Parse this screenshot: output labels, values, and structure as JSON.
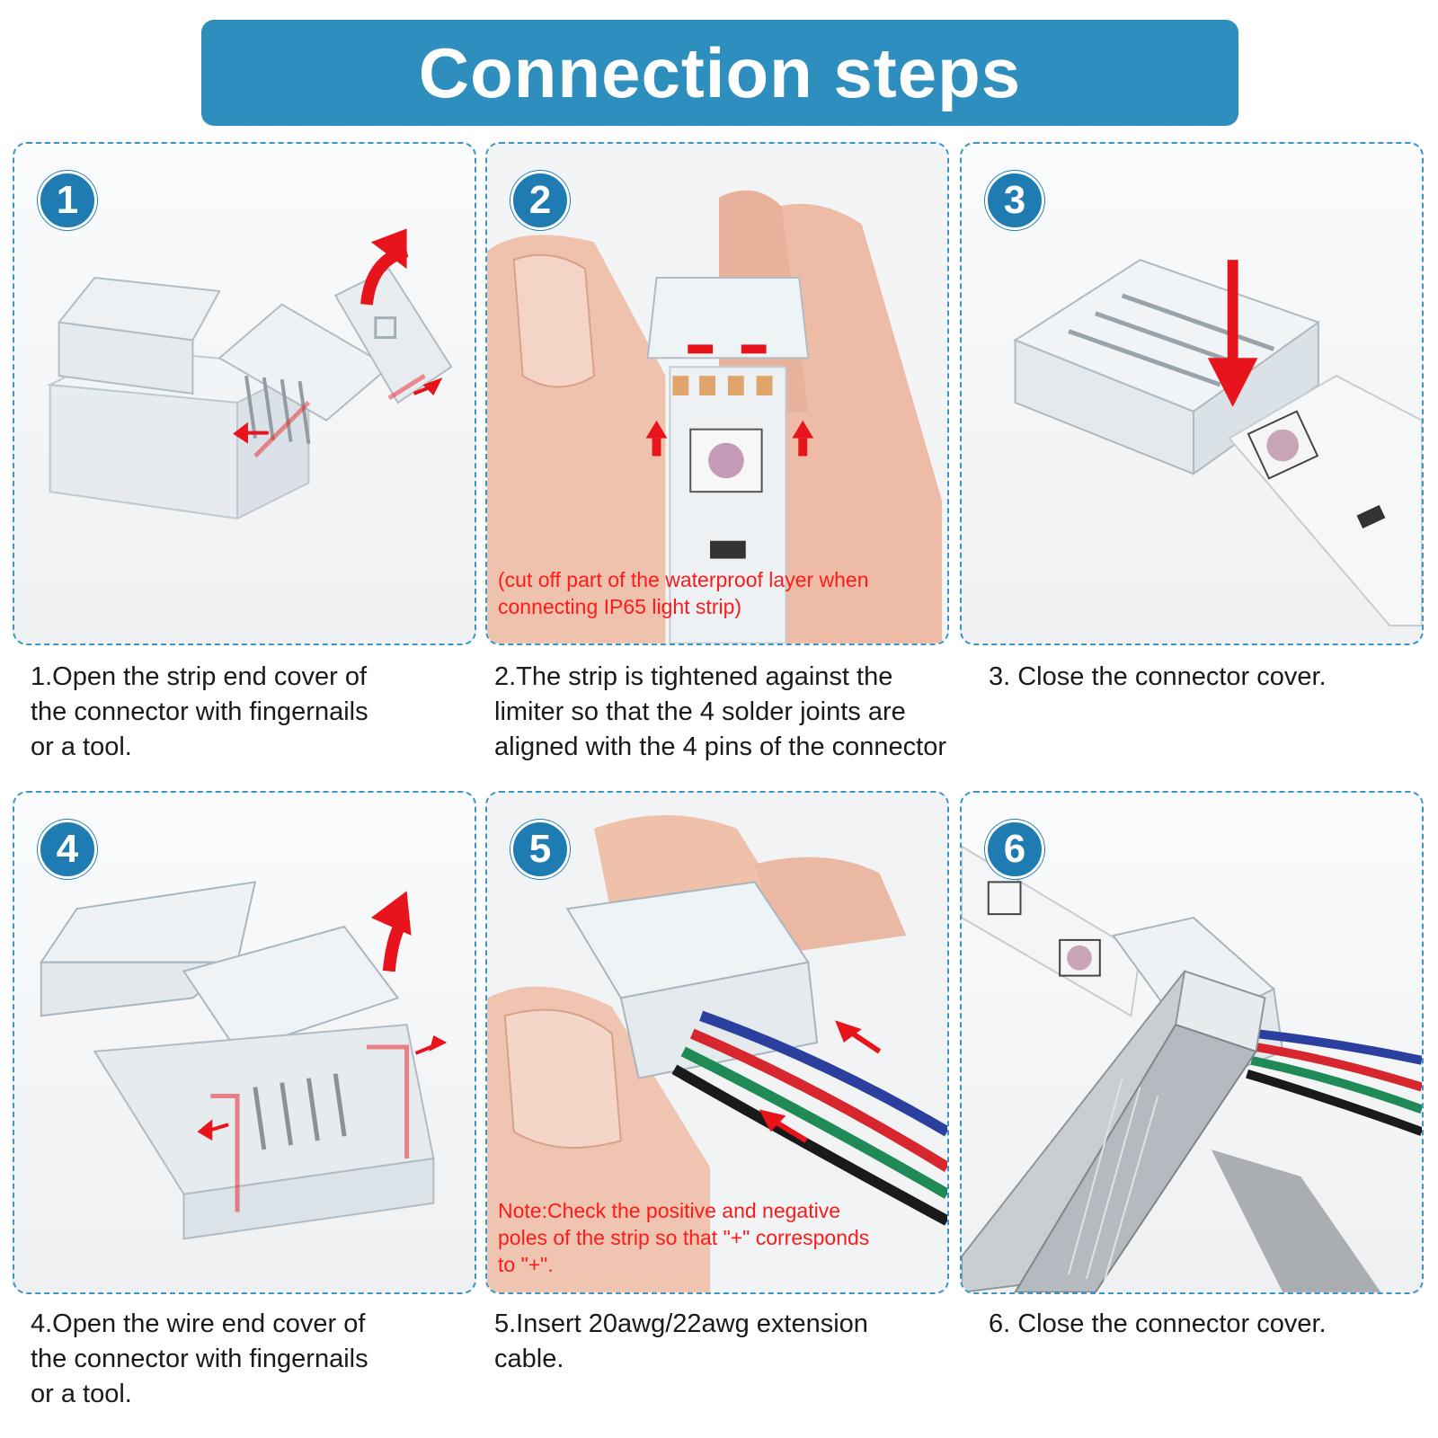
{
  "title": "Connection steps",
  "colors": {
    "accent": "#2e8fbf",
    "badge": "#1f7cb3",
    "note": "#ff1a1a",
    "arrow": "#e8141c"
  },
  "steps": [
    {
      "number": "1",
      "image": "connector-opening-strip-end-cover",
      "caption_lines": [
        "1.Open the strip end cover of",
        "the connector with fingernails",
        "or a tool."
      ]
    },
    {
      "number": "2",
      "image": "strip-pressed-against-limiter",
      "note_lines": [
        "(cut off part of the waterproof layer when",
        "connecting IP65 light strip)"
      ],
      "caption_lines": [
        "2.The strip is tightened against the",
        "limiter so that the 4 solder joints are",
        "aligned with the 4 pins of the connector"
      ]
    },
    {
      "number": "3",
      "image": "closing-connector-cover",
      "caption_lines": [
        "3. Close the connector cover."
      ]
    },
    {
      "number": "4",
      "image": "connector-opening-wire-end-cover",
      "caption_lines": [
        "4.Open the wire end cover of",
        "the connector with fingernails",
        "or a tool."
      ]
    },
    {
      "number": "5",
      "image": "inserting-extension-cable",
      "note_lines": [
        "Note:Check the positive and negative",
        "poles of the strip so that \"+\" corresponds",
        "to \"+\"."
      ],
      "caption_lines": [
        "5.Insert 20awg/22awg extension",
        "cable."
      ]
    },
    {
      "number": "6",
      "image": "pliers-closing-cover",
      "caption_lines": [
        "6. Close the connector cover."
      ]
    }
  ]
}
